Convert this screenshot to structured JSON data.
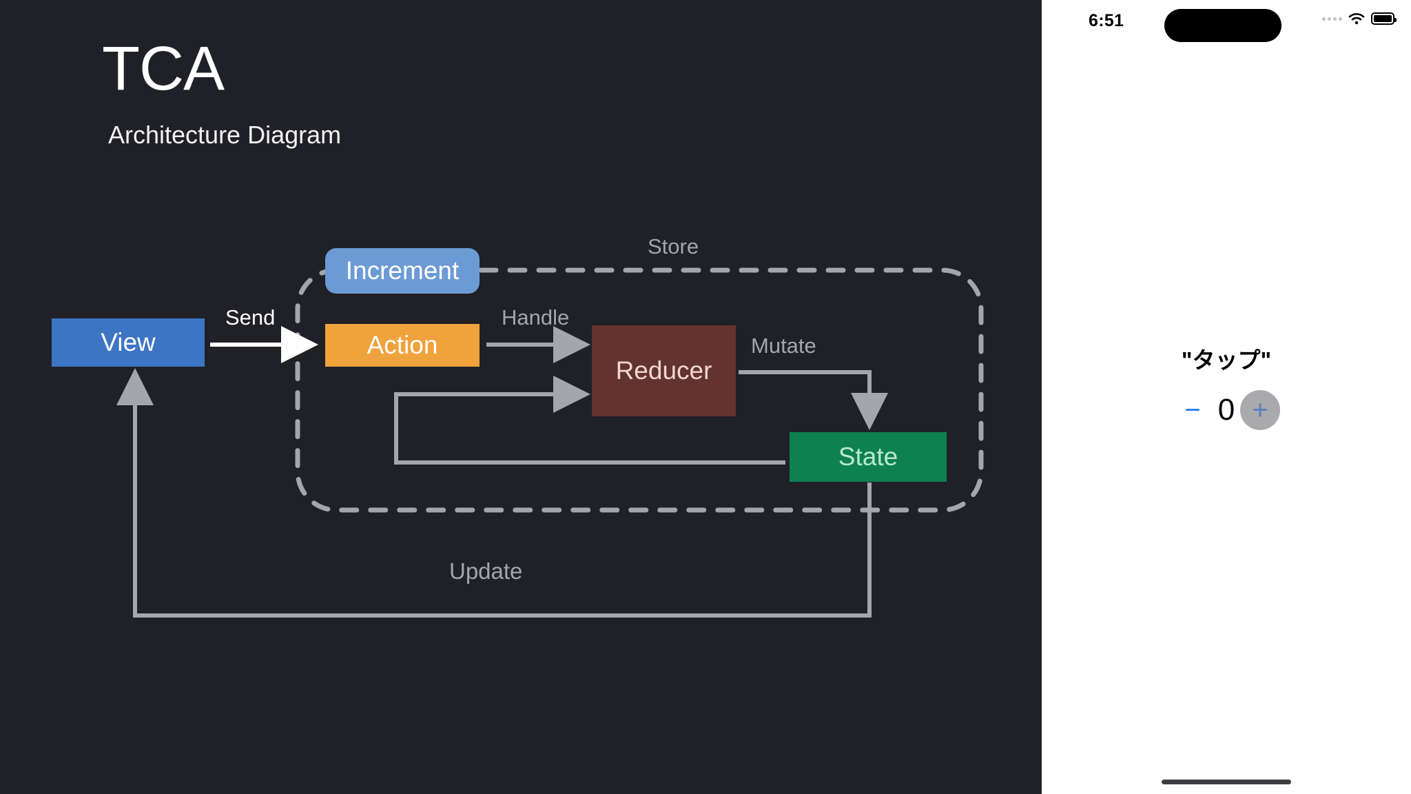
{
  "slide": {
    "background": "#202027",
    "title": "TCA",
    "subtitle": "Architecture Diagram"
  },
  "diagram": {
    "store_label": "Store",
    "nodes": [
      {
        "id": "view",
        "label": "View",
        "color": "#3c75c4",
        "text_color": "#ffffff",
        "shape": "rect"
      },
      {
        "id": "increment",
        "label": "Increment",
        "color": "#6c9bd4",
        "text_color": "#ffffff",
        "shape": "pill"
      },
      {
        "id": "action",
        "label": "Action",
        "color": "#f0a23c",
        "text_color": "#ffffff",
        "shape": "rect"
      },
      {
        "id": "reducer",
        "label": "Reducer",
        "color": "#63332f",
        "text_color": "#f2d6d2",
        "shape": "rect"
      },
      {
        "id": "state",
        "label": "State",
        "color": "#0e8150",
        "text_color": "#b9e9cf",
        "shape": "rect"
      }
    ],
    "edges": [
      {
        "id": "send",
        "label": "Send",
        "from": "view",
        "to": "action",
        "color": "#ffffff"
      },
      {
        "id": "handle",
        "label": "Handle",
        "from": "action",
        "to": "reducer",
        "color": "#a5a5ad"
      },
      {
        "id": "mutate",
        "label": "Mutate",
        "from": "reducer",
        "to": "state",
        "color": "#a5a5ad"
      },
      {
        "id": "feedback",
        "label": "",
        "from": "state",
        "to": "reducer",
        "color": "#a5a5ad"
      },
      {
        "id": "update",
        "label": "Update",
        "from": "state",
        "to": "view",
        "color": "#a5a5ad"
      }
    ]
  },
  "simulator": {
    "status_bar": {
      "time": "6:51",
      "cellular_icon": "cellular-dots-icon",
      "wifi_icon": "wifi-icon",
      "battery_icon": "battery-icon"
    },
    "content": {
      "tap_label": "\"タップ\"",
      "decrement_label": "−",
      "count_value": "0",
      "increment_label": "+",
      "accent_color": "#2a7bf0"
    }
  }
}
